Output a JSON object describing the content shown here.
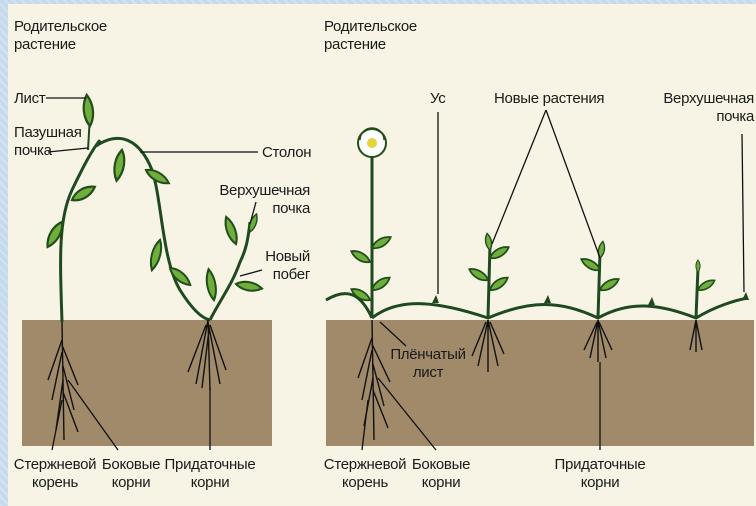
{
  "left_panel": {
    "parent_plant": [
      "Родительское",
      "растение"
    ],
    "leaf": "Лист",
    "axillary_bud": [
      "Пазушная",
      "почка"
    ],
    "stolon": "Столон",
    "apical_bud": [
      "Верхушечная",
      "почка"
    ],
    "new_shoot": [
      "Новый",
      "побег"
    ],
    "tap_root": [
      "Стержневой",
      "корень"
    ],
    "lateral_roots": [
      "Боковые",
      "корни"
    ],
    "adventitious_roots": [
      "Придаточные",
      "корни"
    ]
  },
  "right_panel": {
    "parent_plant": [
      "Родительское",
      "растение"
    ],
    "runner": "Ус",
    "new_plants": "Новые растения",
    "apical_bud": [
      "Верхушечная",
      "почка"
    ],
    "scale_leaf": [
      "Плёнчатый",
      "лист"
    ],
    "tap_root": [
      "Стержневой",
      "корень"
    ],
    "lateral_roots": [
      "Боковые",
      "корни"
    ],
    "adventitious_roots": [
      "Придаточные",
      "корни"
    ]
  },
  "colors": {
    "soil": "#a08a6a",
    "stem": "#1f4a1f",
    "leaf": "#6fae3c",
    "leaf_edge": "#214e19",
    "background": "#f7f4e6",
    "outer": "#c6daed"
  }
}
